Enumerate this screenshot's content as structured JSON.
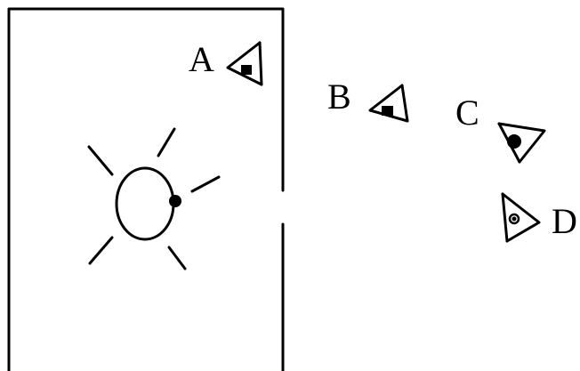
{
  "diagram": {
    "labels": {
      "a": "A",
      "b": "B",
      "c": "C",
      "d": "D"
    },
    "colors": {
      "stroke": "#000000",
      "background": "#ffffff"
    },
    "icons": {
      "light_source": "sun-icon",
      "observer": "eye-icon"
    }
  }
}
